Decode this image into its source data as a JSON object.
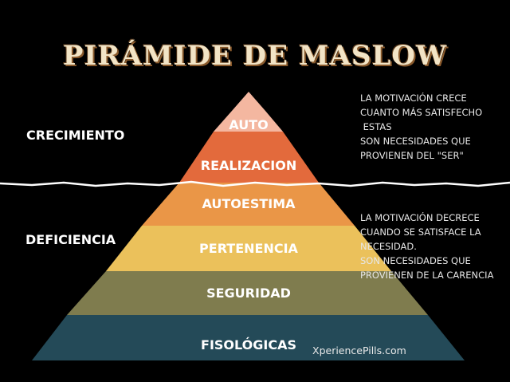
{
  "title": "PIRÁMIDE DE MASLOW",
  "sections": {
    "growth": "CRECIMIENTO",
    "deficiency": "DEFICIENCIA"
  },
  "layers": [
    {
      "label": "AUTO",
      "color": "#f4b7a0"
    },
    {
      "label": "REALIZACION",
      "color": "#e36a3c"
    },
    {
      "label": "AUTOESTIMA",
      "color": "#ea9647"
    },
    {
      "label": "PERTENENCIA",
      "color": "#ebc15b"
    },
    {
      "label": "SEGURIDAD",
      "color": "#7f7c4e"
    },
    {
      "label": "FISOLÓGICAS",
      "color": "#244a58"
    }
  ],
  "notes": {
    "growth": [
      "LA MOTIVACIÓN CRECE",
      "CUANTO MÁS SATISFECHO",
      " ESTAS",
      "SON NECESIDADES QUE",
      "PROVIENEN DEL \"SER\""
    ],
    "deficiency": [
      "LA MOTIVACIÓN DECRECE",
      "CUANDO SE SATISFACE LA",
      "NECESIDAD.",
      "SON NECESIDADES QUE",
      "PROVIENEN DE LA CARENCIA"
    ]
  },
  "watermark": "XperiencePills.com"
}
